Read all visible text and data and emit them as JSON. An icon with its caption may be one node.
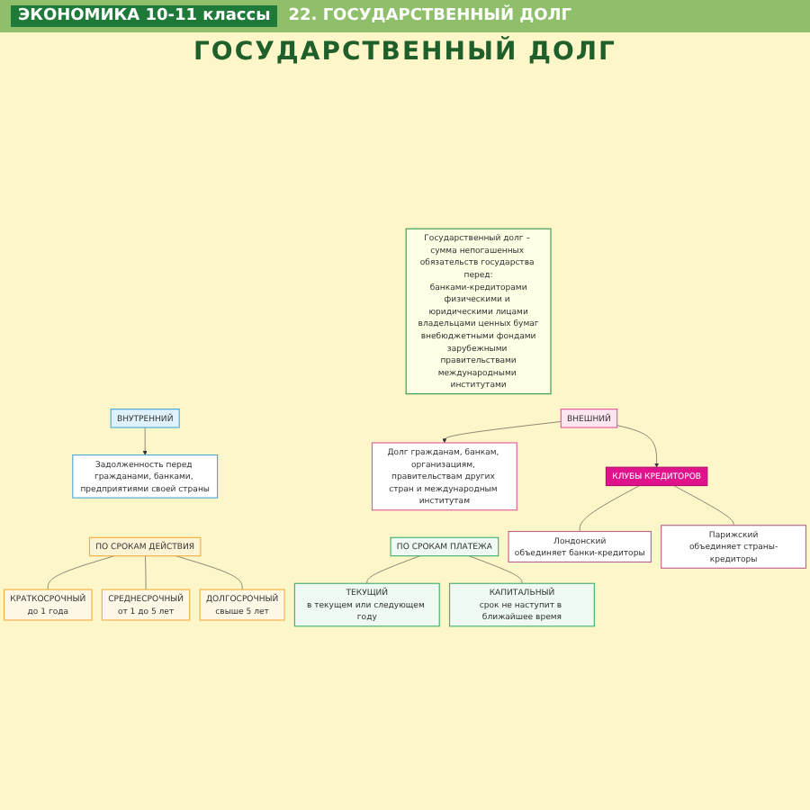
{
  "diagram": {
    "title": "ГОСУДАРСТВЕННЫЙ ДОЛГ",
    "nodes": [
      {
        "text": [
          "Государственный долг – сумма непогашенных обязательств государства перед:",
          "банками-кредиторами",
          "физическими и юридическими лицами",
          "владельцами ценных бумаг",
          "внебюджетными фондами",
          "зарубежными правительствами",
          "международными институтами"
        ]
      },
      {
        "text": [
          "ВНУТРЕННИЙ"
        ]
      },
      {
        "text": [
          "Задолженность перед гражданами, банками, предприятиями своей страны"
        ]
      },
      {
        "text": [
          "ВНЕШНИЙ"
        ]
      },
      {
        "text": [
          "Долг гражданам, банкам, организациям, правительствам других стран и международным институтам"
        ]
      },
      {
        "text": [
          "КЛУБЫ КРЕДИТОРОВ"
        ]
      },
      {
        "text": [
          "Лондонский",
          "объединяет банки-кредиторы"
        ]
      },
      {
        "text": [
          "Парижский",
          "объединяет страны-кредиторы"
        ]
      },
      {
        "text": [
          "ПО СРОКАМ ДЕЙСТВИЯ"
        ]
      },
      {
        "text": [
          "КРАТКОСРОЧНЫЙ",
          "до 1 года"
        ]
      },
      {
        "text": [
          "СРЕДНЕСРОЧНЫЙ",
          "от 1 до 5 лет"
        ]
      },
      {
        "text": [
          "ДОЛГОСРОЧНЫЙ",
          "свыше 5 лет"
        ]
      },
      {
        "text": [
          "ПО СРОКАМ ПЛАТЕЖА"
        ]
      },
      {
        "text": [
          "ТЕКУЩИЙ",
          "в текущем или следующем году"
        ]
      },
      {
        "text": [
          "КАПИТАЛЬНЫЙ",
          "срок не наступит в ближайшее время"
        ]
      }
    ],
    "edges": [
      {
        "from": 1,
        "to": 2,
        "arrow": "to"
      },
      {
        "from": 3,
        "to": 4,
        "arrow": "to"
      },
      {
        "from": 3,
        "to": 5,
        "arrow": "to"
      },
      {
        "from": 5,
        "to": 6,
        "arrow": "none"
      },
      {
        "from": 5,
        "to": 7,
        "arrow": "none"
      },
      {
        "from": 8,
        "to": 9,
        "arrow": "none"
      },
      {
        "from": 8,
        "to": 10,
        "arrow": "none"
      },
      {
        "from": 8,
        "to": 11,
        "arrow": "none"
      },
      {
        "from": 12,
        "to": 13,
        "arrow": "none"
      },
      {
        "from": 12,
        "to": 14,
        "arrow": "none"
      }
    ],
    "labels": [
      "ЭКОНОМИКА 10-11 классы",
      "22. ГОСУДАРСТВЕННЫЙ ДОЛГ"
    ]
  }
}
